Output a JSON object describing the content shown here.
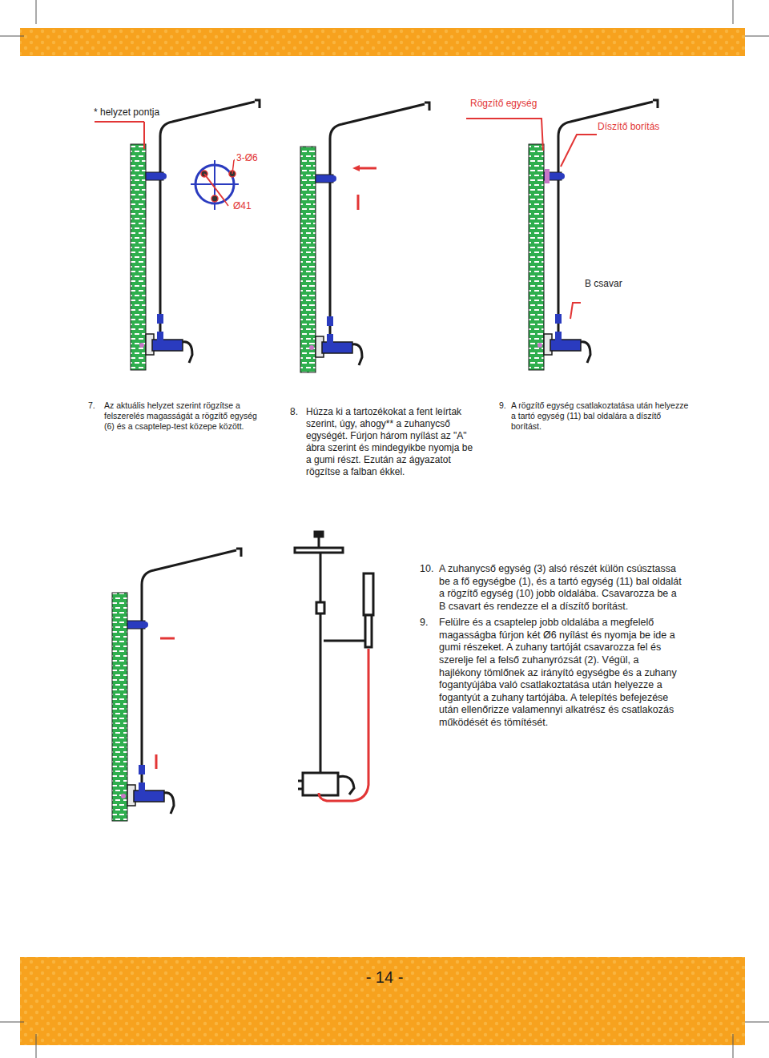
{
  "diagram": {
    "labels": [
      "* helyzet pontja",
      "3-Ø6",
      "Ø41",
      "Rögzítő egység",
      "Díszítő borítás",
      "B csavar",
      "7.",
      "Az aktuális helyzet szerint rögzítse a felszerelés magasságát a rögzítő egység (6) és a csaptelep-test közepe között.",
      "8.",
      "Húzza ki a tartozékokat a fent leírtak szerint, úgy, ahogy** a zuhanycső egységét. Fúrjon három nyílást az \"A\" ábra szerint és mindegyikbe nyomja be a gumi részt. Ezután az ágyazatot rögzítse a falban ékkel.",
      "9.",
      "A rögzítő egység csatlakoztatása után helyezze a tartó egység (11) bal oldalára a díszítő borítást.",
      "10.",
      "A zuhanycső egység (3) alsó részét külön csúsztassa be a fő egységbe (1), és a tartó egység (11) bal oldalát a rögzítő egység (10) jobb oldalába. Csavarozza be a B csavart és rendezze el a díszítő borítást.",
      "9.",
      "Felülre és a csaptelep jobb oldalába a megfelelő magasságba fúrjon két Ø6 nyílást és nyomja be ide a gumi részeket. A zuhany tartóját csavarozza fel és szerelje fel a felső zuhanyrózsát (2). Végül, a hajlékony tömlőnek az irányító egységbe és a zuhany fogantyújába való csatlakoztatása után helyezze a fogantyút a zuhany tartójába. A telepítés befejezése után ellenőrizze valamennyi alkatrész és csatlakozás működését és tömítését.",
      "- 14 -"
    ]
  }
}
